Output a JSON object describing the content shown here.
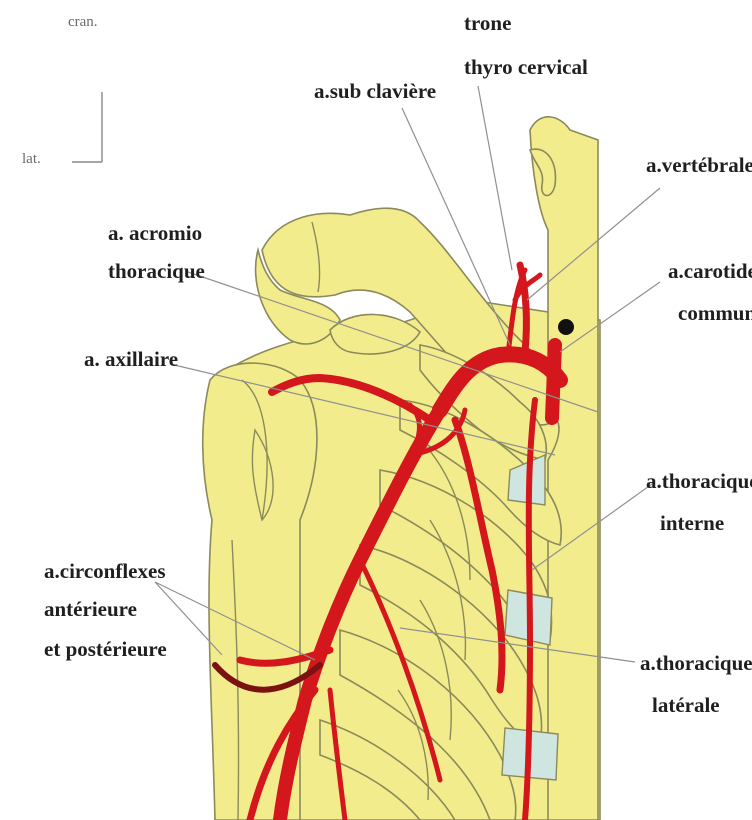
{
  "orientation": {
    "cranial": "cran.",
    "lateral": "lat."
  },
  "labels": {
    "troncThyro": [
      "trone",
      "thyro cervical"
    ],
    "subClaviere": "a.sub clavière",
    "vertebrale": "a.vertébrale",
    "acromioThoracique": [
      "a. acromio",
      "thoracique"
    ],
    "carotideCommune": [
      "a.carotide",
      "commune"
    ],
    "axillaire": "a. axillaire",
    "thoraciqueInterne": [
      "a.thoracique",
      "interne"
    ],
    "circonflexes": [
      "a.circonflexes",
      "antérieure",
      "et postérieure"
    ],
    "thoraciqueLaterale": [
      "a.thoracique",
      "latérale"
    ]
  },
  "colors": {
    "bone": "#f3ec8d",
    "artery": "#d4161d",
    "cartilage": "#cfe5e0",
    "outline": "#8a8a5a",
    "text": "#1f1f1f"
  }
}
